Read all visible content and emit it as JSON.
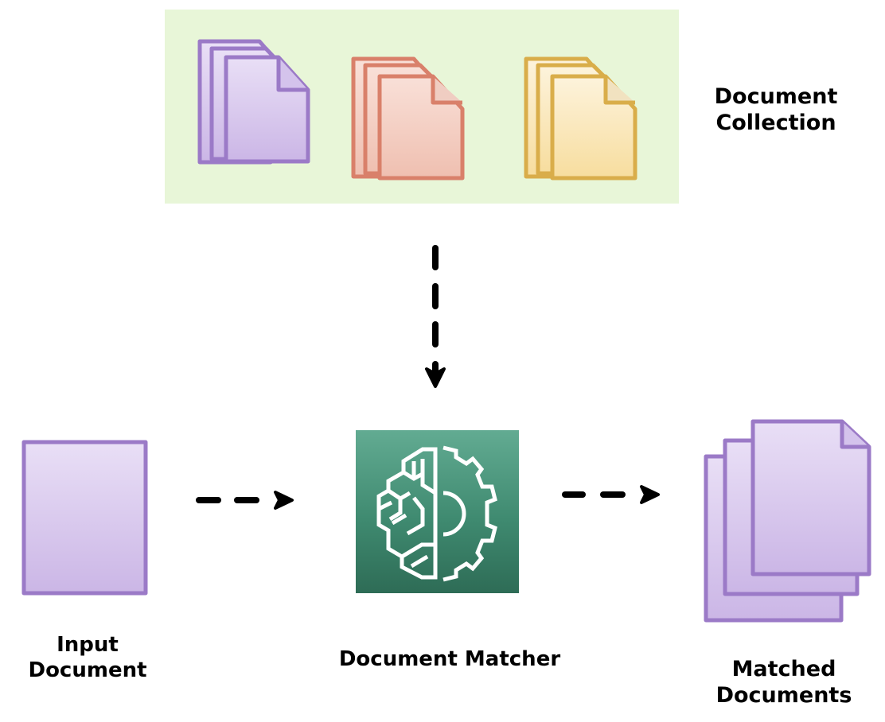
{
  "diagram": {
    "title": "Document matching flow",
    "nodes": [
      {
        "id": "collection",
        "label": "Document Collection",
        "icon": "document-stack-icons"
      },
      {
        "id": "input",
        "label": "Input Document",
        "icon": "document-icon"
      },
      {
        "id": "matcher",
        "label": "Document Matcher",
        "icon": "brain-gear-icon"
      },
      {
        "id": "matched",
        "label": "Matched Documents",
        "icon": "document-stack-icon"
      }
    ],
    "edges": [
      {
        "from": "collection",
        "to": "matcher",
        "style": "dashed"
      },
      {
        "from": "input",
        "to": "matcher",
        "style": "dashed"
      },
      {
        "from": "matcher",
        "to": "matched",
        "style": "dashed"
      }
    ]
  },
  "labels": {
    "collection_line1": "Document",
    "collection_line2": "Collection",
    "input_line1": "Input",
    "input_line2": "Document",
    "matcher": "Document Matcher",
    "matched_line1": "Matched",
    "matched_line2": "Documents"
  },
  "colors": {
    "collection_bg": "#e8f6d8",
    "purple_stroke": "#9b7ac7",
    "purple_fill": "#ddcdf0",
    "red_stroke": "#d9806a",
    "red_fill": "#f5d2c6",
    "yellow_stroke": "#d9ad4a",
    "yellow_fill": "#fbe9bd",
    "matcher_green": "#3f8a70",
    "arrow": "#000000"
  },
  "collection_stacks": [
    {
      "name": "purple-document-stack",
      "color": "purple"
    },
    {
      "name": "red-document-stack",
      "color": "red"
    },
    {
      "name": "yellow-document-stack",
      "color": "yellow"
    }
  ]
}
